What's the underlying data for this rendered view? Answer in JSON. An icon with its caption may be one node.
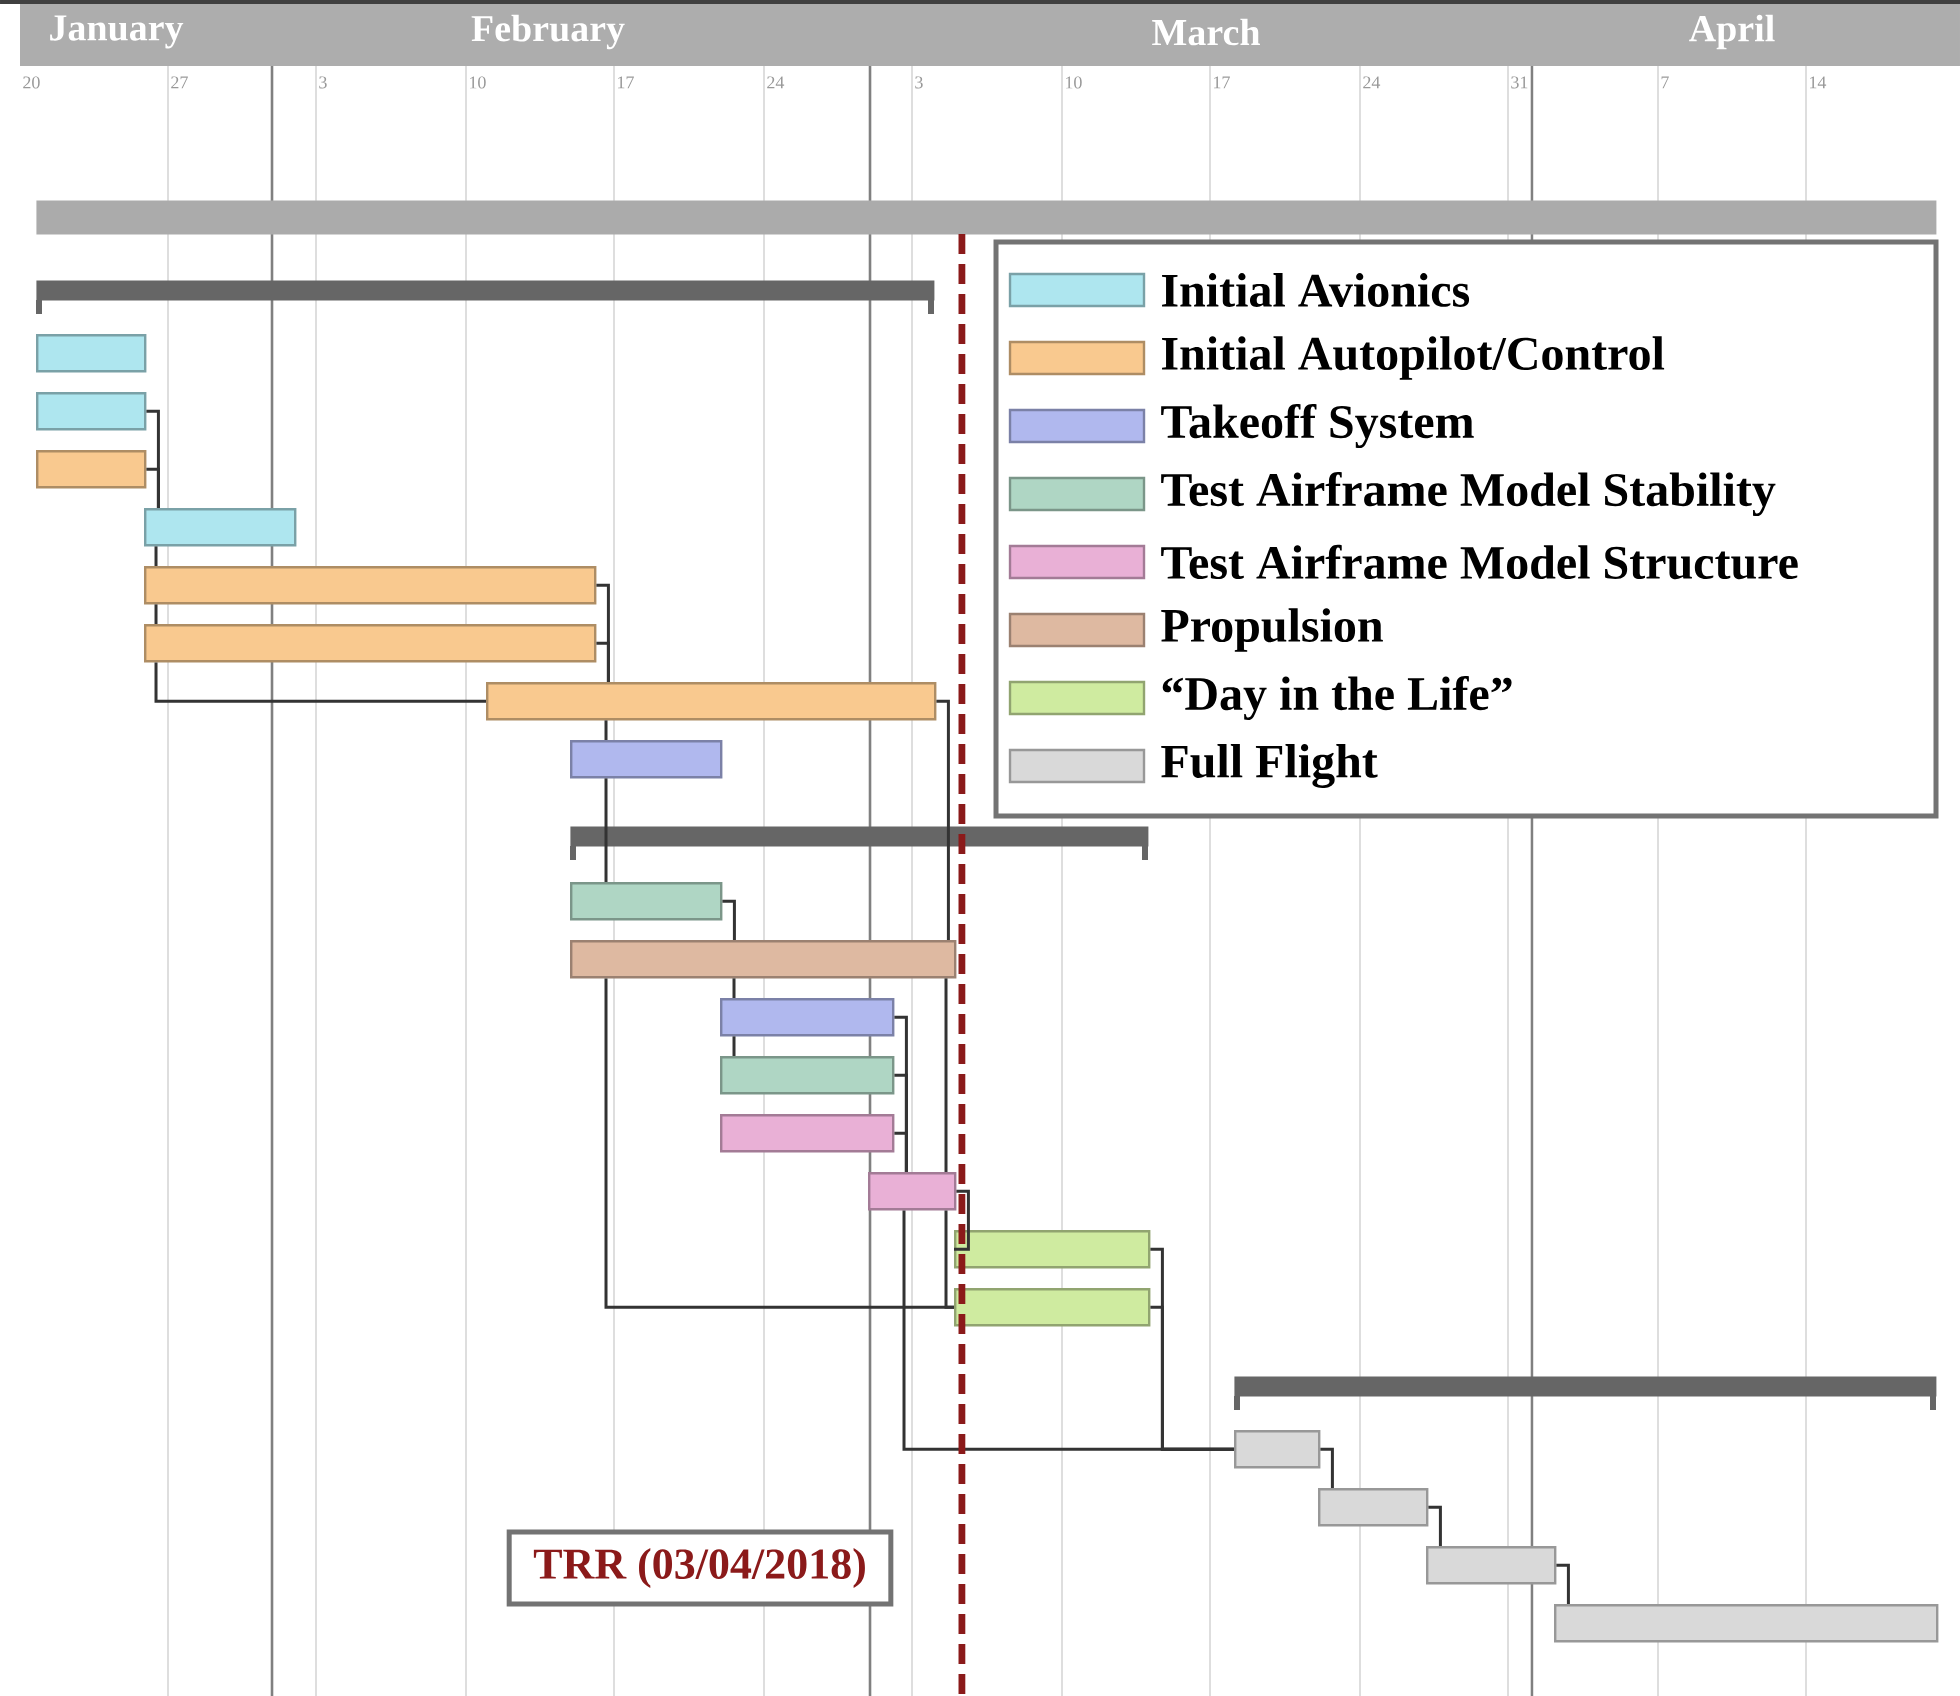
{
  "diagram": {
    "nodes": [
      {
        "text": [],
        "shape": "bar"
      },
      {
        "text": [],
        "shape": "bar"
      },
      {
        "text": [],
        "shape": "bar"
      },
      {
        "text": [],
        "shape": "bar"
      },
      {
        "text": [],
        "shape": "bar"
      },
      {
        "text": [],
        "shape": "bar"
      },
      {
        "text": [],
        "shape": "bar"
      },
      {
        "text": [],
        "shape": "bar"
      },
      {
        "text": [],
        "shape": "bar"
      },
      {
        "text": [],
        "shape": "bar"
      },
      {
        "text": [],
        "shape": "bar"
      },
      {
        "text": [],
        "shape": "bar"
      },
      {
        "text": [],
        "shape": "bar"
      },
      {
        "text": [],
        "shape": "bar"
      },
      {
        "text": [],
        "shape": "bar"
      },
      {
        "text": [],
        "shape": "bar"
      },
      {
        "text": [],
        "shape": "bar"
      },
      {
        "text": [],
        "shape": "bar"
      },
      {
        "text": [],
        "shape": "bar"
      },
      {
        "text": [],
        "shape": "bar"
      },
      {
        "text": [],
        "shape": "bar"
      },
      {
        "text": [],
        "shape": "bar"
      },
      {
        "text": [],
        "shape": "bar"
      },
      {
        "text": [],
        "shape": "bar"
      },
      {
        "text": [
          "TRR (03/04/2018)"
        ]
      }
    ],
    "edges": [
      {
        "from": 3,
        "to": 5,
        "arrow": "none"
      },
      {
        "from": 4,
        "to": 5,
        "arrow": "none"
      },
      {
        "from": 5,
        "to": 6,
        "arrow": "none"
      },
      {
        "from": 6,
        "to": 7,
        "arrow": "none"
      },
      {
        "from": 7,
        "to": 8,
        "arrow": "none"
      },
      {
        "from": 6,
        "to": 8,
        "arrow": "none"
      },
      {
        "from": 7,
        "to": 8,
        "arrow": "none"
      },
      {
        "from": 8,
        "to": 9,
        "arrow": "none"
      },
      {
        "from": 9,
        "to": 11,
        "arrow": "none"
      },
      {
        "from": 12,
        "to": 18,
        "arrow": "none"
      },
      {
        "from": 11,
        "to": 12,
        "arrow": "none"
      },
      {
        "from": 12,
        "to": 13,
        "arrow": "none"
      },
      {
        "from": 13,
        "to": 14,
        "arrow": "none"
      },
      {
        "from": 8,
        "to": 12,
        "arrow": "none"
      },
      {
        "from": 12,
        "to": 16,
        "arrow": "none"
      },
      {
        "from": 16,
        "to": 18,
        "arrow": "none"
      },
      {
        "from": 16,
        "to": 17,
        "arrow": "none"
      },
      {
        "from": 13,
        "to": 16,
        "arrow": "none"
      },
      {
        "from": 14,
        "to": 16,
        "arrow": "none"
      },
      {
        "from": 15,
        "to": 16,
        "arrow": "none"
      },
      {
        "from": 16,
        "to": 20,
        "arrow": "none"
      },
      {
        "from": 17,
        "to": 20,
        "arrow": "none"
      },
      {
        "from": 18,
        "to": 20,
        "arrow": "none"
      },
      {
        "from": 20,
        "to": 21,
        "arrow": "none"
      },
      {
        "from": 21,
        "to": 22,
        "arrow": "none"
      },
      {
        "from": 22,
        "to": 23,
        "arrow": "none"
      }
    ],
    "labels": [
      "January",
      "February",
      "March",
      "April",
      "20",
      "27",
      "3",
      "10",
      "17",
      "24",
      "3",
      "10",
      "17",
      "24",
      "31",
      "7",
      "14"
    ],
    "legend": [
      {
        "text": "Initial Avionics",
        "color": "#aee6ef"
      },
      {
        "text": "Initial Autopilot/Control",
        "color": "#f9c98f"
      },
      {
        "text": "Takeoff System",
        "color": "#b0b8ee"
      },
      {
        "text": "Test Airframe Model Stability",
        "color": "#afd6c4"
      },
      {
        "text": "Test Airframe Model Structure",
        "color": "#e9b0d6"
      },
      {
        "text": "Propulsion",
        "color": "#deb9a1"
      },
      {
        "text": "“Day in the Life”",
        "color": "#cfeba0"
      },
      {
        "text": "Full Flight",
        "color": "#d9d9d9"
      }
    ]
  }
}
